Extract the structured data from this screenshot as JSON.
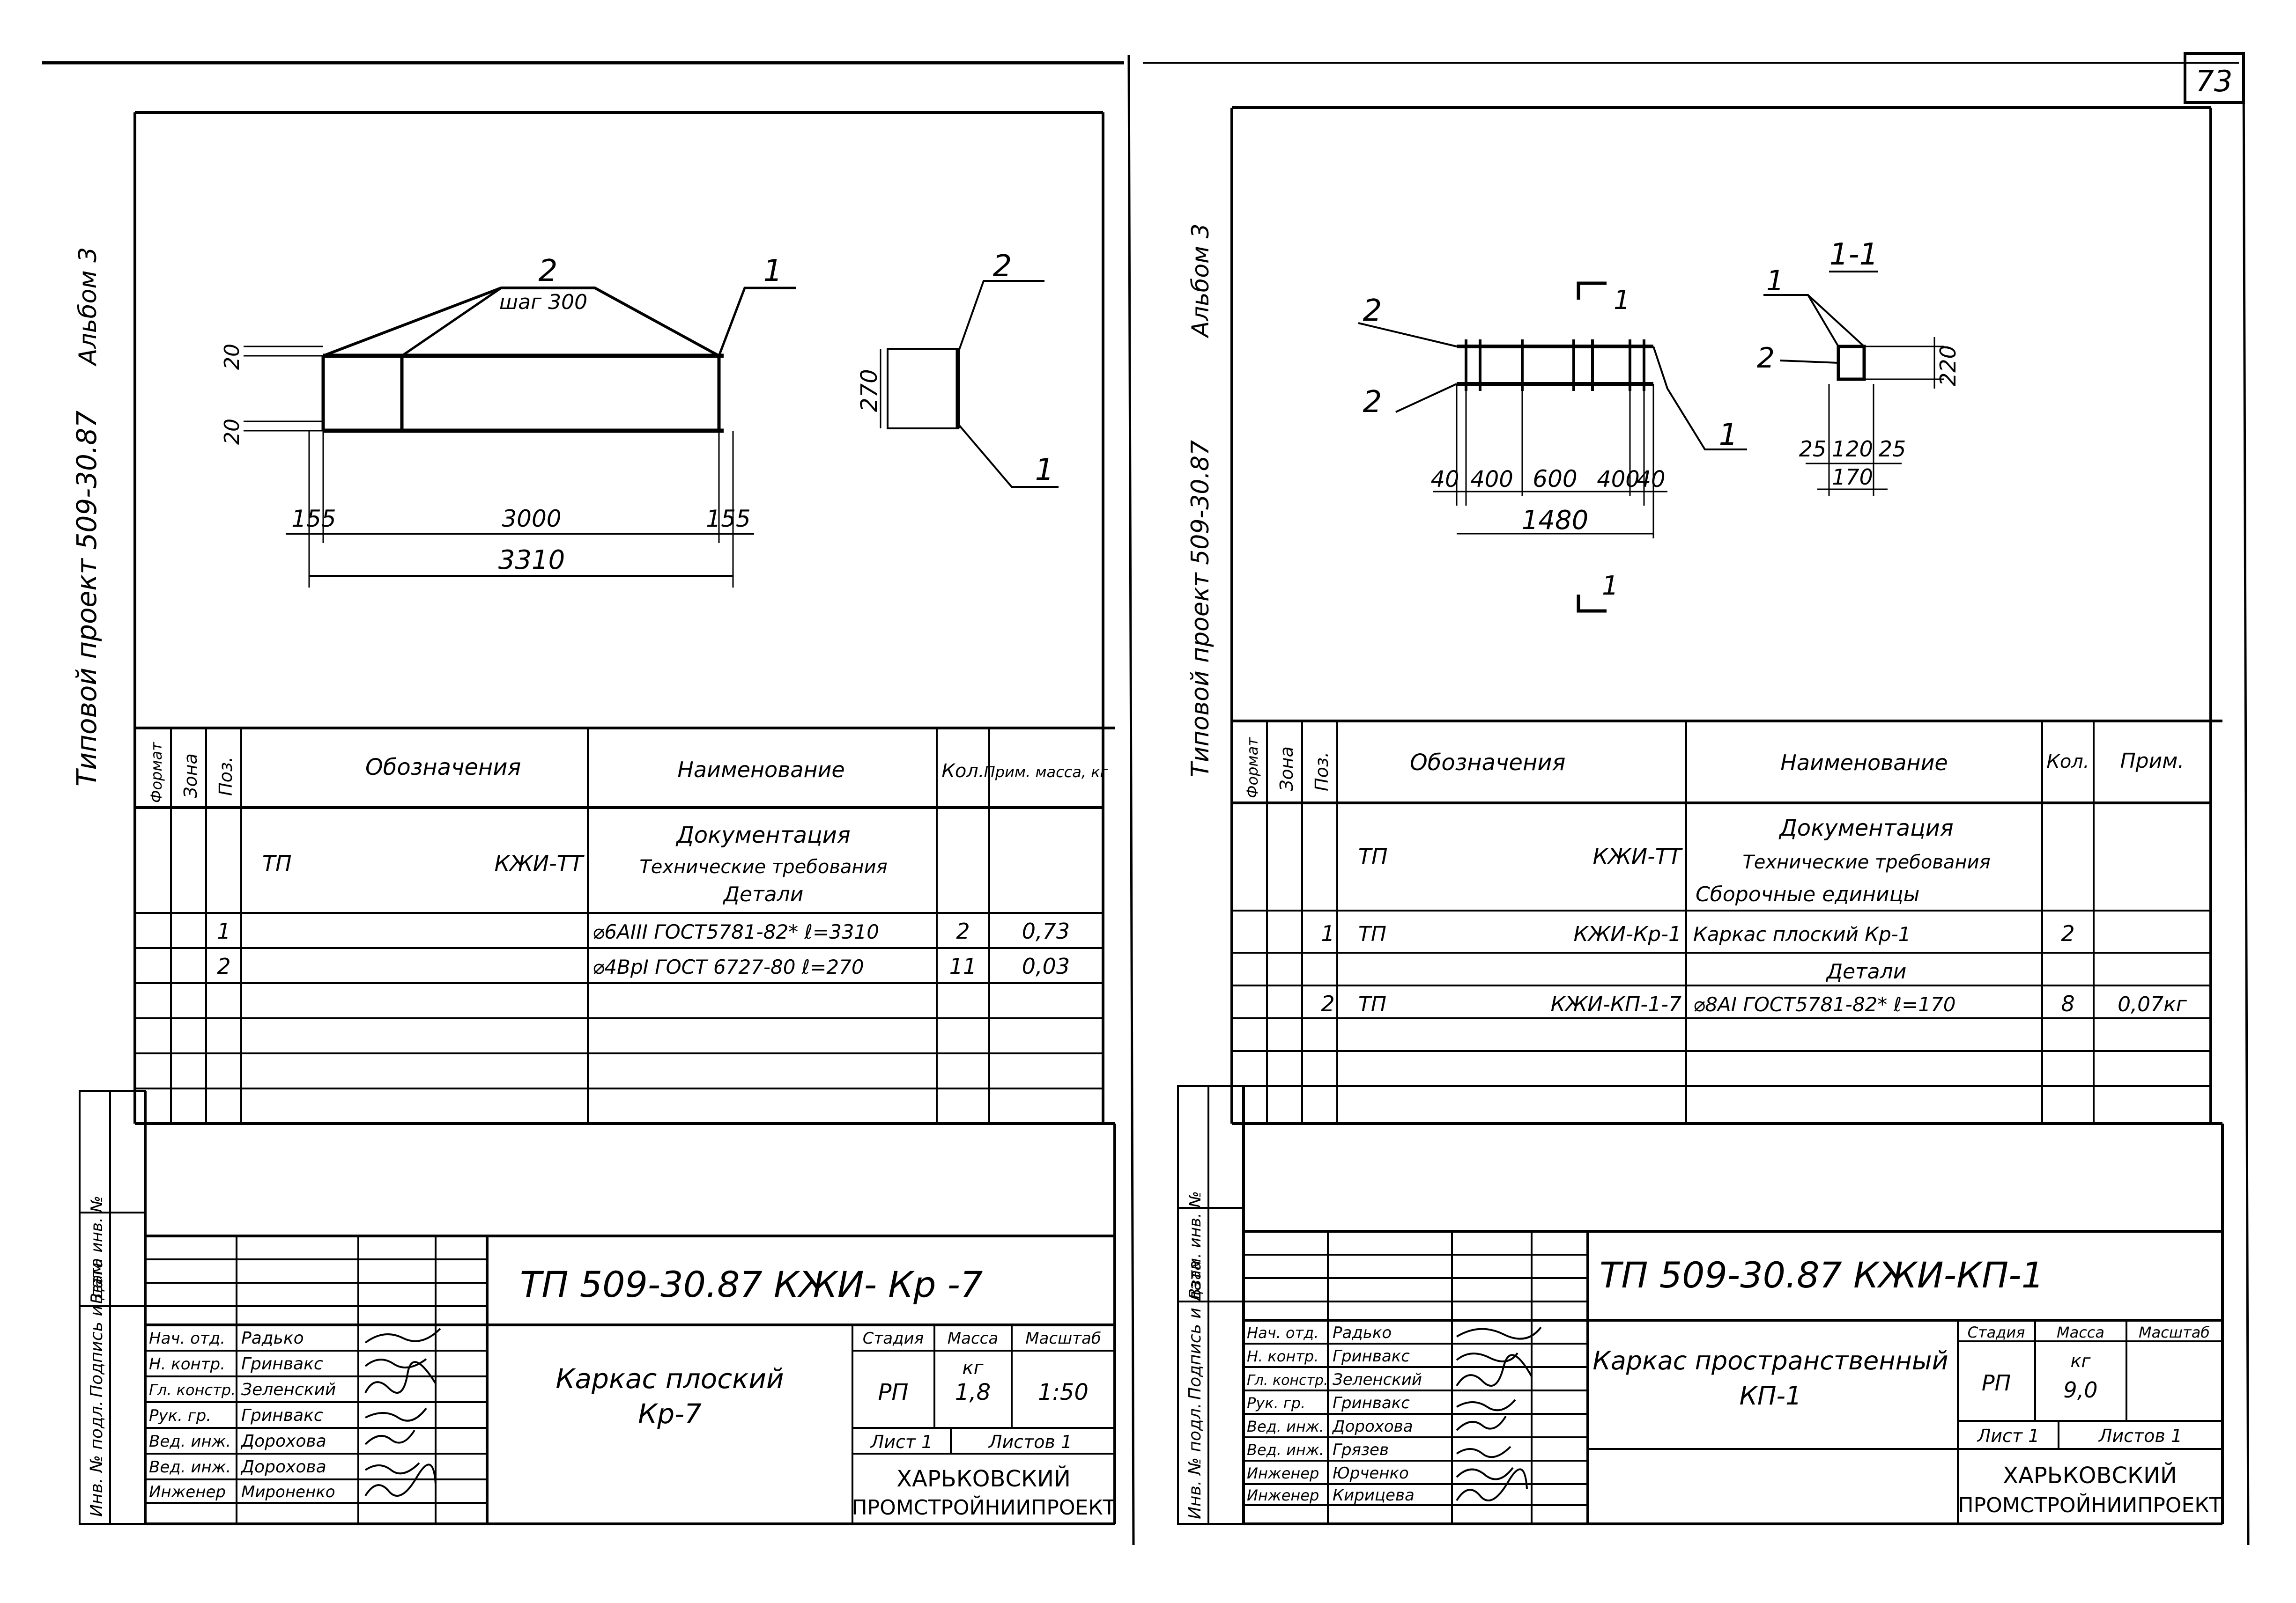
{
  "page_number": "73",
  "left_margin": {
    "project": "Типовой  проект 509-30.87",
    "album": "Альбом 3"
  },
  "right_margin": {
    "project": "Типовой  проект 509-30.87",
    "album": "Альбом 3"
  },
  "left_stamp_side": [
    "Инв. № подл.",
    "Подпись и дата",
    "Взам. инв. №"
  ],
  "right_stamp_side": [
    "Инв. № подл.",
    "Подпись и дата",
    "Взам. инв. №"
  ],
  "left_sheet": {
    "drawing": {
      "pos_1": "1",
      "pos_2": "2",
      "pos_2b": "2",
      "pos_1b": "1",
      "step": "шаг 300",
      "dim_20": "20",
      "dim_20b": "20",
      "dim_270": "270",
      "dim_155a": "155",
      "dim_3000": "3000",
      "dim_155b": "155",
      "dim_3310": "3310"
    },
    "spec": {
      "headers": [
        "Формат",
        "Зона",
        "Поз.",
        "Обозначения",
        "Наименование",
        "Кол.",
        "Прим. масса, кг"
      ],
      "doc_tp": "ТП",
      "doc_code": "КЖИ-ТТ",
      "doc_title": "Документация",
      "doc_title2": "Технические требования",
      "doc_title3": "Детали",
      "rows": [
        {
          "pos": "1",
          "name": "⌀6АIII ГОСТ5781-82* ℓ=3310",
          "qty": "2",
          "note": "0,73"
        },
        {
          "pos": "2",
          "name": "⌀4ВрI ГОСТ 6727-80  ℓ=270",
          "qty": "11",
          "note": "0,03"
        }
      ]
    },
    "title": {
      "code": "ТП 509-30.87 КЖИ- Кр -7",
      "roles": [
        "Нач. отд.",
        "Н. контр.",
        "Гл. констр.",
        "Рук. гр.",
        "Вед. инж.",
        "Вед. инж.",
        "Инженер"
      ],
      "names": [
        "Радько",
        "Гринвакс",
        "Зеленский",
        "Гринвакс",
        "Дорохова",
        "Дорохова",
        "Мироненко"
      ],
      "name_line1": "Каркас плоский",
      "name_line2": "Кр-7",
      "stage_h": "Стадия",
      "mass_h": "Масса",
      "scale_h": "Масштаб",
      "stage": "РП",
      "mass_unit": "кг",
      "mass": "1,8",
      "scale": "1:50",
      "sheet": "Лист 1",
      "sheets": "Листов 1",
      "org1": "ХАРЬКОВСКИЙ",
      "org2": "ПРОМСТРОЙНИИПРОЕКТ"
    }
  },
  "right_sheet": {
    "drawing": {
      "pos_2a": "2",
      "pos_2b": "2",
      "pos_1": "1",
      "sect_top": "1",
      "sect_bot": "1",
      "section": "1-1",
      "s_pos_1": "1",
      "s_pos_2": "2",
      "dim_40a": "40",
      "dim_400a": "400",
      "dim_600": "600",
      "dim_400b": "400",
      "dim_40b": "40",
      "dim_1480": "1480",
      "dim_220": "220",
      "dim_25a": "25",
      "dim_120": "120",
      "dim_25b": "25",
      "dim_170": "170"
    },
    "spec": {
      "headers": [
        "Формат",
        "Зона",
        "Поз.",
        "Обозначения",
        "Наименование",
        "Кол.",
        "Прим."
      ],
      "doc_tp": "ТП",
      "doc_code": "КЖИ-ТТ",
      "doc_title": "Документация",
      "doc_title2": "Технические требования",
      "doc_title3": "Сборочные единицы",
      "row1": {
        "pos": "1",
        "tp": "ТП",
        "code": "КЖИ-Кр-1",
        "name": "Каркас плоский  Кр-1",
        "qty": "2"
      },
      "details": "Детали",
      "row2": {
        "pos": "2",
        "tp": "ТП",
        "code": "КЖИ-КП-1-7",
        "name": "⌀8АI ГОСТ5781-82* ℓ=170",
        "qty": "8",
        "note": "0,07кг"
      }
    },
    "title": {
      "code": "ТП 509-30.87   КЖИ-КП-1",
      "roles": [
        "Нач. отд.",
        "Н. контр.",
        "Гл. констр.",
        "Рук. гр.",
        "Вед. инж.",
        "Вед. инж.",
        "Инженер",
        "Инженер"
      ],
      "names": [
        "Радько",
        "Гринвакс",
        "Зеленский",
        "Гринвакс",
        "Дорохова",
        "Грязев",
        "Юрченко",
        "Кирицева"
      ],
      "name_line1": "Каркас пространственный",
      "name_line2": "КП-1",
      "stage_h": "Стадия",
      "mass_h": "Масса",
      "scale_h": "Масштаб",
      "stage": "РП",
      "mass_unit": "кг",
      "mass": "9,0",
      "sheet": "Лист 1",
      "sheets": "Листов 1",
      "org1": "ХАРЬКОВСКИЙ",
      "org2": "ПРОМСТРОЙНИИПРОЕКТ"
    }
  }
}
